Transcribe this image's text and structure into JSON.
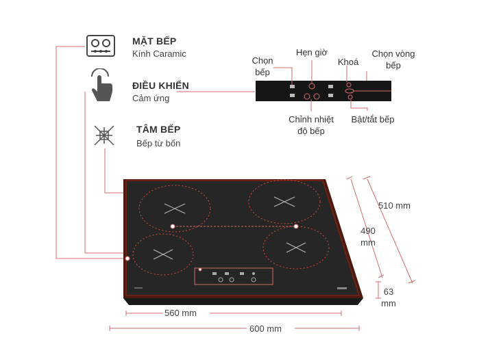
{
  "features": [
    {
      "icon": "cooktop-icon",
      "title": "MẶT BẾP",
      "subtitle": "Kính Caramic"
    },
    {
      "icon": "touch-hand-icon",
      "title": "ĐIỀU KHIỂN",
      "subtitle": "Cảm ứng"
    },
    {
      "icon": "induction-zone-icon",
      "title": "TÂM BẾP",
      "subtitle": "Bếp từ bốn"
    }
  ],
  "control_labels": {
    "select_zone": "Chọn bếp",
    "timer": "Hẹn giờ",
    "lock": "Khoá",
    "select_ring": "Chọn vòng bếp",
    "temperature": "Chỉnh nhiệt độ bếp",
    "power": "Bật/tắt bếp"
  },
  "dimensions": {
    "depth_outer": "510 mm",
    "depth_inner": "490 mm",
    "height": "63 mm",
    "width_inner": "560 mm",
    "width_outer": "600 mm"
  },
  "colors": {
    "glass": "#2b2b2b",
    "frame": "#8a2a1a",
    "callout_line": "#d46a6a"
  }
}
